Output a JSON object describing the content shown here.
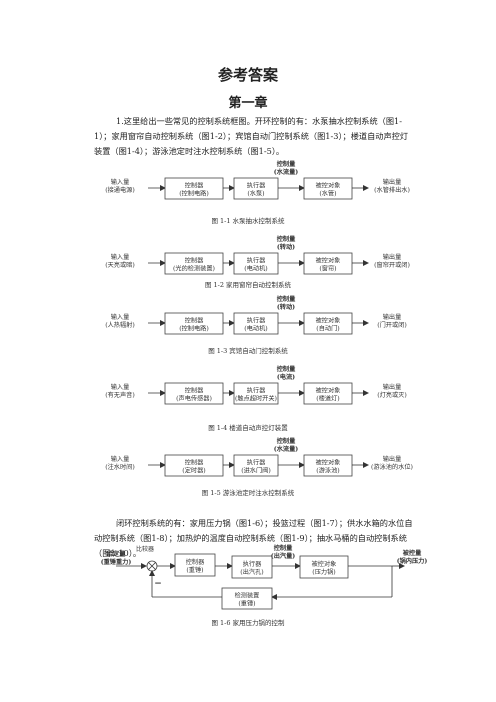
{
  "title": "参考答案",
  "chapter": "第一章",
  "paragraph1": "1.这里给出一些常见的控制系统框图。开环控制的有：水泵抽水控制系统（图1-1）；家用窗帘自动控制系统（图1-2）；宾馆自动门控制系统（图1-3）；楼道自动声控灯装置（图1-4）；游泳池定时注水控制系统（图1-5）。",
  "paragraph2": "闭环控制系统的有：家用压力锅（图1-6）；投篮过程（图1-7）；供水水箱的水位自动控制系统（图1-8）；加热炉的温度自动控制系统（图1-9）；抽水马桶的自动控制系统（图1-10）。",
  "diagrams": [
    {
      "input": [
        "输入量",
        "(接通电源)"
      ],
      "controller": [
        "控制器",
        "(控制电路)"
      ],
      "actuator": [
        "执行器",
        "(水泵)"
      ],
      "control_qty": [
        "控制量",
        "(水流量)"
      ],
      "plant": [
        "被控对象",
        "(水管)"
      ],
      "output": [
        "输出量",
        "(水管排出水)"
      ],
      "caption": "图 1-1 水泵抽水控制系统"
    },
    {
      "input": [
        "输入量",
        "(天亮或暗)"
      ],
      "controller": [
        "控制器",
        "(光的检测装置)"
      ],
      "actuator": [
        "执行器",
        "(电动机)"
      ],
      "control_qty": [
        "控制量",
        "(转动)"
      ],
      "plant": [
        "被控对象",
        "(窗帘)"
      ],
      "output": [
        "输出量",
        "(窗帘开或闭)"
      ],
      "caption": "图 1-2 家用窗帘自动控制系统"
    },
    {
      "input": [
        "输入量",
        "(人热辐射)"
      ],
      "controller": [
        "控制器",
        "(控制电路)"
      ],
      "actuator": [
        "执行器",
        "(电动机)"
      ],
      "control_qty": [
        "控制量",
        "(转动)"
      ],
      "plant": [
        "被控对象",
        "(自动门)"
      ],
      "output": [
        "输出量",
        "(门开或闭)"
      ],
      "caption": "图 1-3 宾馆自动门控制系统"
    },
    {
      "input": [
        "输入量",
        "(有无声音)"
      ],
      "controller": [
        "控制器",
        "(声电传感器)"
      ],
      "actuator": [
        "执行器",
        "(触点超时开关)"
      ],
      "control_qty": [
        "控制量",
        "(电流)"
      ],
      "plant": [
        "被控对象",
        "(楼道灯)"
      ],
      "output": [
        "输出量",
        "(灯亮或灭)"
      ],
      "caption": "图 1-4 楼道自动声控灯装置"
    },
    {
      "input": [
        "输入量",
        "(注水时间)"
      ],
      "controller": [
        "控制器",
        "(定时器)"
      ],
      "actuator": [
        "执行器",
        "(进水门阀)"
      ],
      "control_qty": [
        "控制量",
        "(水流量)"
      ],
      "plant": [
        "被控对象",
        "(游泳池)"
      ],
      "output": [
        "输出量",
        "(游泳池的水位)"
      ],
      "caption": "图 1-5 游泳池定时注水控制系统"
    }
  ],
  "closed_loop": {
    "setpoint": [
      "给定量",
      "(重锤重力)"
    ],
    "comparator": "比较器",
    "controller": [
      "控制器",
      "(重锤)"
    ],
    "actuator": [
      "执行器",
      "(出汽孔)"
    ],
    "control_qty": [
      "控制量",
      "(出汽量)"
    ],
    "plant": [
      "被控对象",
      "(压力锅)"
    ],
    "output": [
      "被控量",
      "(锅内压力)"
    ],
    "sensor": [
      "检测装置",
      "(重锤)"
    ],
    "minus": "−",
    "caption": "图 1-6 家用压力锅的控制"
  }
}
